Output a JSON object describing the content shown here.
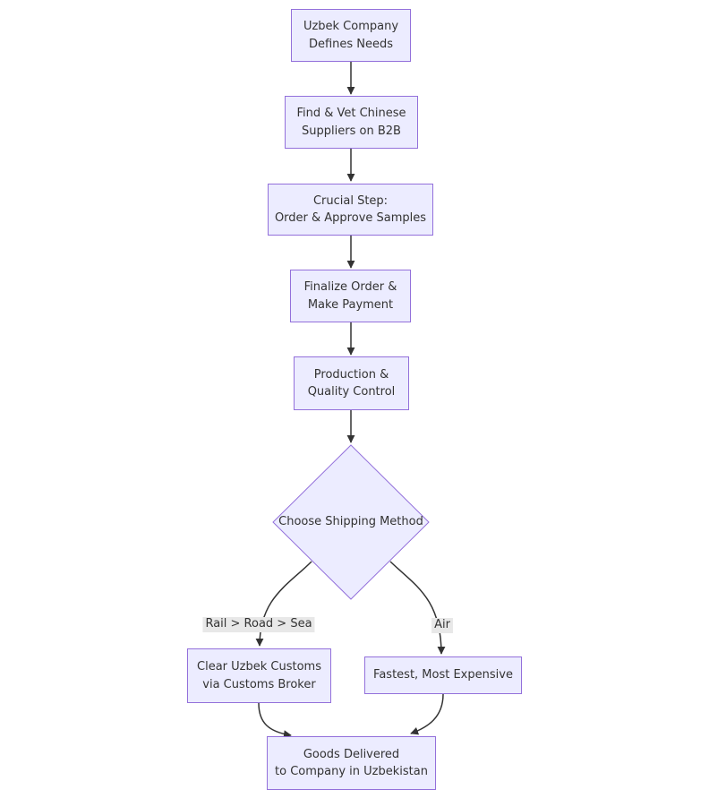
{
  "colors": {
    "node_fill": "#ECECFF",
    "node_border": "#9370DB",
    "edge_line": "#333333",
    "arrowhead": "#333333",
    "edge_label_bg": "#e8e8e8",
    "text": "#333333",
    "background": "#ffffff"
  },
  "flowchart": {
    "nodes": [
      {
        "id": "define-needs",
        "shape": "rect",
        "lines": [
          "Uzbek Company",
          "Defines Needs"
        ]
      },
      {
        "id": "find-vet-suppliers",
        "shape": "rect",
        "lines": [
          "Find & Vet Chinese",
          "Suppliers on B2B"
        ]
      },
      {
        "id": "order-samples",
        "shape": "rect",
        "lines": [
          "Crucial Step:",
          "Order & Approve Samples"
        ]
      },
      {
        "id": "finalize-order",
        "shape": "rect",
        "lines": [
          "Finalize Order &",
          "Make Payment"
        ]
      },
      {
        "id": "production-qc",
        "shape": "rect",
        "lines": [
          "Production &",
          "Quality Control"
        ]
      },
      {
        "id": "choose-shipping",
        "shape": "diamond",
        "lines": [
          "Choose Shipping Method"
        ]
      },
      {
        "id": "clear-customs",
        "shape": "rect",
        "lines": [
          "Clear Uzbek Customs",
          "via Customs Broker"
        ]
      },
      {
        "id": "fastest-expensive",
        "shape": "rect",
        "lines": [
          "Fastest, Most Expensive"
        ]
      },
      {
        "id": "goods-delivered",
        "shape": "rect",
        "lines": [
          "Goods Delivered",
          "to Company in Uzbekistan"
        ]
      }
    ],
    "edge_labels": [
      {
        "id": "rail-road-sea",
        "text": "Rail > Road > Sea"
      },
      {
        "id": "air",
        "text": "Air"
      }
    ]
  }
}
